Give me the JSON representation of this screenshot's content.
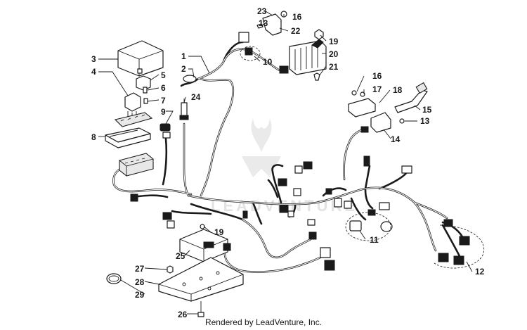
{
  "diagram": {
    "callouts": [
      {
        "id": "c1",
        "text": "1"
      },
      {
        "id": "c2",
        "text": "2"
      },
      {
        "id": "c3",
        "text": "3"
      },
      {
        "id": "c4",
        "text": "4"
      },
      {
        "id": "c5",
        "text": "5"
      },
      {
        "id": "c6",
        "text": "6"
      },
      {
        "id": "c7",
        "text": "7"
      },
      {
        "id": "c8",
        "text": "8"
      },
      {
        "id": "c9",
        "text": "9"
      },
      {
        "id": "c10",
        "text": "10"
      },
      {
        "id": "c11",
        "text": "11"
      },
      {
        "id": "c12",
        "text": "12"
      },
      {
        "id": "c13a",
        "text": "13"
      },
      {
        "id": "c13b",
        "text": "13"
      },
      {
        "id": "c14",
        "text": "14"
      },
      {
        "id": "c15",
        "text": "15"
      },
      {
        "id": "c16a",
        "text": "16"
      },
      {
        "id": "c16b",
        "text": "16"
      },
      {
        "id": "c17",
        "text": "17"
      },
      {
        "id": "c18",
        "text": "18"
      },
      {
        "id": "c19a",
        "text": "19"
      },
      {
        "id": "c19b",
        "text": "19"
      },
      {
        "id": "c20",
        "text": "20"
      },
      {
        "id": "c21",
        "text": "21"
      },
      {
        "id": "c22",
        "text": "22"
      },
      {
        "id": "c23",
        "text": "23"
      },
      {
        "id": "c24",
        "text": "24"
      },
      {
        "id": "c25",
        "text": "25"
      },
      {
        "id": "c26",
        "text": "26"
      },
      {
        "id": "c27",
        "text": "27"
      },
      {
        "id": "c28",
        "text": "28"
      },
      {
        "id": "c29",
        "text": "29"
      }
    ],
    "credit": "Rendered by LeadVenture, Inc."
  }
}
